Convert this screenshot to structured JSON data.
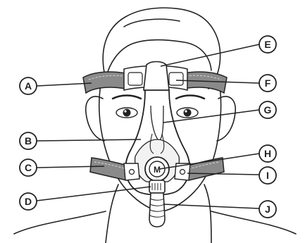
{
  "callouts": {
    "a": "A",
    "b": "B",
    "c": "C",
    "d": "D",
    "e": "E",
    "f": "F",
    "g": "G",
    "h": "H",
    "i": "I",
    "j": "J"
  },
  "valve_letter": "M",
  "colors": {
    "strap": "#8a8a8a",
    "outline": "#222222",
    "frame": "#ffffff",
    "cushion": "#f2f2f2"
  }
}
